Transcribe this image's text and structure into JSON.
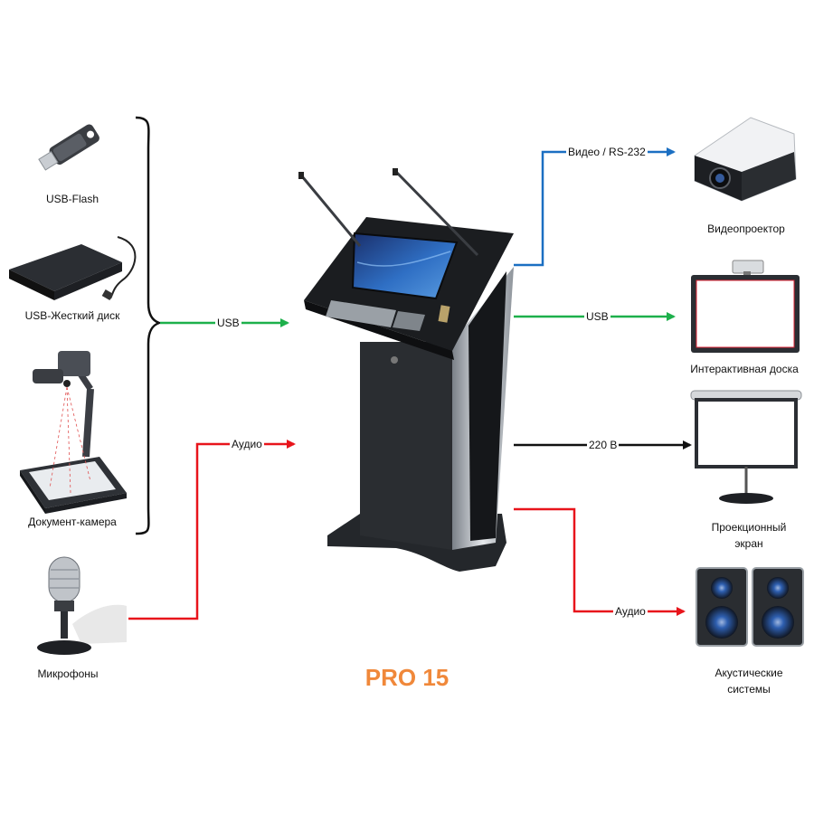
{
  "title": "PRO 15",
  "colors": {
    "title": "#f0883a",
    "usb": "#1db04b",
    "audio": "#e8141b",
    "video": "#1b6fc2",
    "power": "#111111"
  },
  "inputs": [
    {
      "label": "USB-Flash",
      "icon": "usb-flash-icon"
    },
    {
      "label": "USB-Жесткий диск",
      "icon": "external-hard-drive-icon"
    },
    {
      "label": "Документ-камера",
      "icon": "document-camera-icon"
    },
    {
      "label": "Микрофоны",
      "icon": "microphone-icon"
    }
  ],
  "outputs": [
    {
      "label": "Видеопроектор",
      "icon": "projector-icon"
    },
    {
      "label": "Интерактивная доска",
      "icon": "interactive-whiteboard-icon"
    },
    {
      "label": "Проекционный экран",
      "icon": "projection-screen-icon"
    },
    {
      "label": "Акустические системы",
      "icon": "speakers-icon"
    }
  ],
  "connections": {
    "usb_in": "USB",
    "audio_in": "Аудио",
    "video_out": "Видео / RS-232",
    "usb_out": "USB",
    "power_out": "220 В",
    "audio_out": "Аудио"
  }
}
